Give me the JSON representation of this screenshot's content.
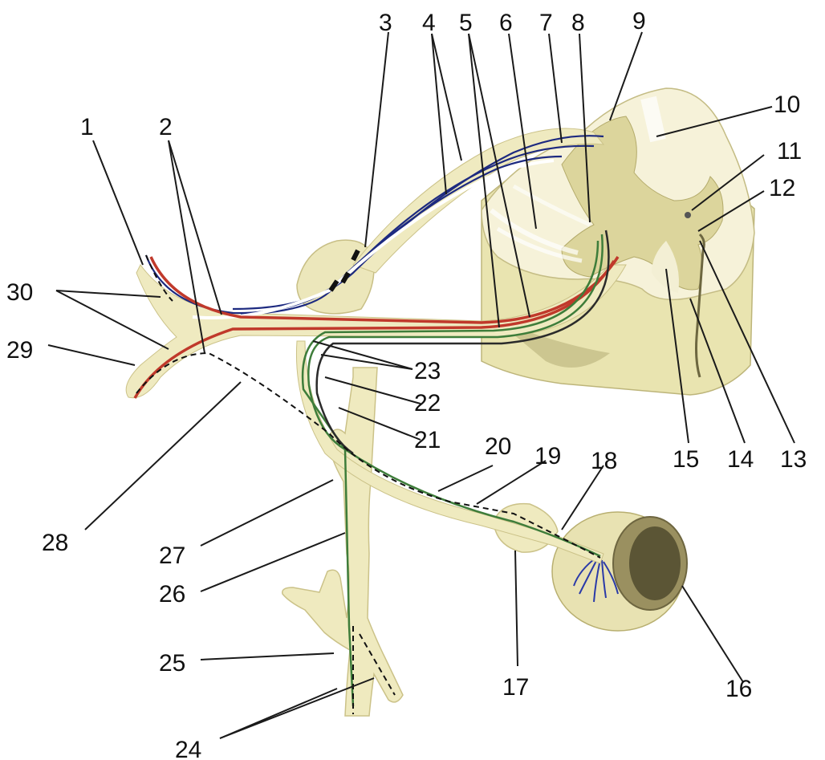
{
  "colors": {
    "background": "#ffffff",
    "tissue": "#f2eec7",
    "tissue_shade": "#d9d39a",
    "grey_matter": "#e8e3b0",
    "white_matter": "#f7f4df",
    "sensory_fiber_blue": "#2a3a9a",
    "motor_fiber_red": "#c0392b",
    "autonomic_fiber_green": "#3e7d3a",
    "postganglionic_dashed": "#111111",
    "nerve_fibers_in_organ": "#2a3aa8"
  },
  "labels": [
    {
      "id": "l1",
      "text": "1"
    },
    {
      "id": "l2",
      "text": "2"
    },
    {
      "id": "l3",
      "text": "3"
    },
    {
      "id": "l4",
      "text": "4"
    },
    {
      "id": "l5",
      "text": "5"
    },
    {
      "id": "l6",
      "text": "6"
    },
    {
      "id": "l7",
      "text": "7"
    },
    {
      "id": "l8",
      "text": "8"
    },
    {
      "id": "l9",
      "text": "9"
    },
    {
      "id": "l10",
      "text": "10"
    },
    {
      "id": "l11",
      "text": "11"
    },
    {
      "id": "l12",
      "text": "12"
    },
    {
      "id": "l13",
      "text": "13"
    },
    {
      "id": "l14",
      "text": "14"
    },
    {
      "id": "l15",
      "text": "15"
    },
    {
      "id": "l16",
      "text": "16"
    },
    {
      "id": "l17",
      "text": "17"
    },
    {
      "id": "l18",
      "text": "18"
    },
    {
      "id": "l19",
      "text": "19"
    },
    {
      "id": "l20",
      "text": "20"
    },
    {
      "id": "l21",
      "text": "21"
    },
    {
      "id": "l22",
      "text": "22"
    },
    {
      "id": "l23",
      "text": "23"
    },
    {
      "id": "l24",
      "text": "24"
    },
    {
      "id": "l25",
      "text": "25"
    },
    {
      "id": "l26",
      "text": "26"
    },
    {
      "id": "l27",
      "text": "27"
    },
    {
      "id": "l28",
      "text": "28"
    },
    {
      "id": "l29",
      "text": "29"
    },
    {
      "id": "l30",
      "text": "30"
    }
  ]
}
